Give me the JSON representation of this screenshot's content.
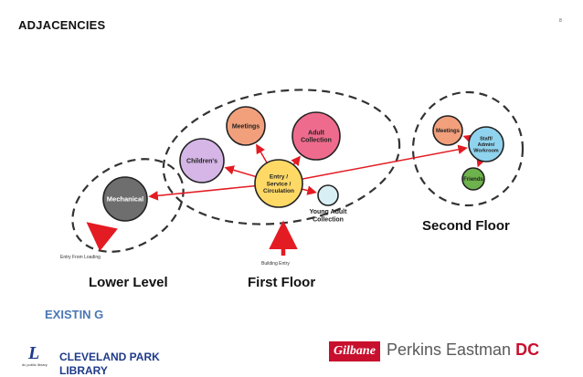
{
  "slide": {
    "title": "ADJACENCIES",
    "page_number": "8",
    "status": "EXISTIN G",
    "project_line1": "CLEVELAND PARK",
    "project_line2": "LIBRARY",
    "library_logo_letter": "L",
    "library_logo_text": "dc public library",
    "partner1": "Gilbane",
    "partner2": "Perkins Eastman",
    "partner2_suffix": "DC"
  },
  "diagram": {
    "floors": [
      {
        "id": "lower",
        "label": "Lower Level"
      },
      {
        "id": "first",
        "label": "First Floor"
      },
      {
        "id": "second",
        "label": "Second Floor"
      }
    ],
    "nodes": [
      {
        "id": "mechanical",
        "lines": [
          "Mechanical"
        ],
        "color": "#6e6e6e",
        "text_color": "#ffffff"
      },
      {
        "id": "meetings1",
        "lines": [
          "Meetings"
        ],
        "color": "#f2a07c",
        "text_color": "#222222"
      },
      {
        "id": "adult",
        "lines": [
          "Adult",
          "Collection"
        ],
        "color": "#ef6b8d",
        "text_color": "#222222"
      },
      {
        "id": "childrens",
        "lines": [
          "Children's"
        ],
        "color": "#d5b6e6",
        "text_color": "#222222"
      },
      {
        "id": "entry",
        "lines": [
          "Entry /",
          "Service /",
          "Circulation"
        ],
        "color": "#ffd966",
        "text_color": "#222222"
      },
      {
        "id": "young",
        "lines": [
          "Young Adult",
          "Collection"
        ],
        "color": "#d8f0f5",
        "text_color": "#222222"
      },
      {
        "id": "meetings2",
        "lines": [
          "Meetings"
        ],
        "color": "#f2a07c",
        "text_color": "#222222"
      },
      {
        "id": "staff",
        "lines": [
          "Staff/",
          "Admin/",
          "Workroom"
        ],
        "color": "#8fd3ee",
        "text_color": "#222222"
      },
      {
        "id": "friends",
        "lines": [
          "Friends"
        ],
        "color": "#6db24c",
        "text_color": "#222222"
      }
    ],
    "arrows": [
      {
        "from": "entry",
        "to": "meetings1"
      },
      {
        "from": "entry",
        "to": "adult"
      },
      {
        "from": "entry",
        "to": "childrens"
      },
      {
        "from": "entry",
        "to": "young"
      },
      {
        "from": "entry",
        "to": "mechanical"
      },
      {
        "from": "entry",
        "to": "staff"
      },
      {
        "from": "staff",
        "to": "meetings2"
      },
      {
        "from": "staff",
        "to": "friends"
      }
    ],
    "entry_arrows": [
      {
        "id": "loading",
        "label": "Entry From Loading"
      },
      {
        "id": "building",
        "label": "Building Entry"
      }
    ],
    "colors": {
      "arrow": "#e31b23",
      "dashed": "#333333"
    }
  }
}
